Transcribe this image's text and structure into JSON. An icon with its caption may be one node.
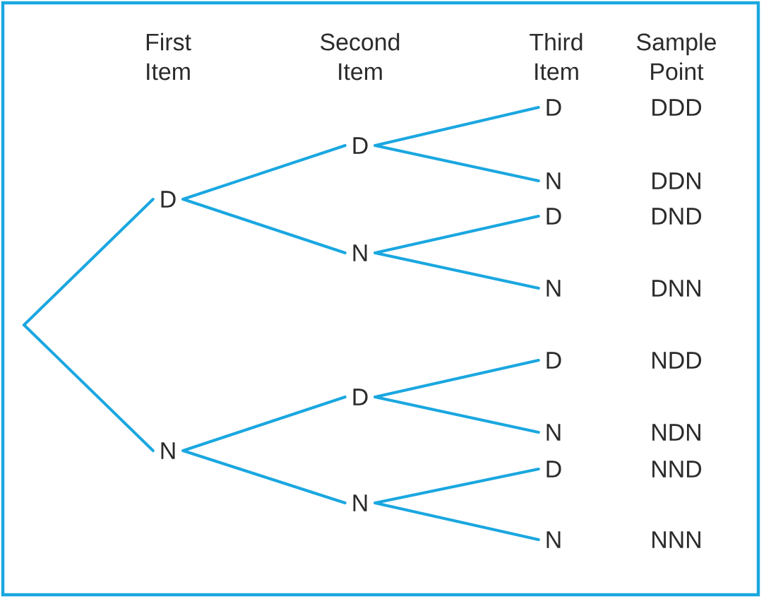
{
  "diagram": {
    "nodes": [
      {
        "text": [
          "D"
        ]
      },
      {
        "text": [
          "D"
        ]
      },
      {
        "text": [
          "D"
        ]
      },
      {
        "text": [
          "N"
        ]
      },
      {
        "text": [
          "N"
        ]
      },
      {
        "text": [
          "D"
        ]
      },
      {
        "text": [
          "N"
        ]
      },
      {
        "text": [
          "N"
        ]
      },
      {
        "text": [
          "D"
        ]
      },
      {
        "text": [
          "D"
        ]
      },
      {
        "text": [
          "N"
        ]
      },
      {
        "text": [
          "N"
        ]
      },
      {
        "text": [
          "D"
        ]
      },
      {
        "text": [
          "N"
        ]
      }
    ],
    "edges": [
      {
        "from": null,
        "to": 0,
        "arrow": "none"
      },
      {
        "from": null,
        "to": 7,
        "arrow": "none"
      },
      {
        "from": 0,
        "to": 1,
        "arrow": "none"
      },
      {
        "from": 0,
        "to": 4,
        "arrow": "none"
      },
      {
        "from": 1,
        "to": 2,
        "arrow": "none"
      },
      {
        "from": 1,
        "to": 3,
        "arrow": "none"
      },
      {
        "from": 4,
        "to": 5,
        "arrow": "none"
      },
      {
        "from": 4,
        "to": 6,
        "arrow": "none"
      },
      {
        "from": 7,
        "to": 8,
        "arrow": "none"
      },
      {
        "from": 7,
        "to": 11,
        "arrow": "none"
      },
      {
        "from": 8,
        "to": 9,
        "arrow": "none"
      },
      {
        "from": 8,
        "to": 10,
        "arrow": "none"
      },
      {
        "from": 11,
        "to": 12,
        "arrow": "none"
      },
      {
        "from": 11,
        "to": 13,
        "arrow": "none"
      }
    ],
    "labels": [
      "First Item",
      "Second Item",
      "Third Item",
      "Sample Point",
      "DDD",
      "DDN",
      "DND",
      "DNN",
      "NDD",
      "NDN",
      "NND",
      "NNN"
    ]
  }
}
